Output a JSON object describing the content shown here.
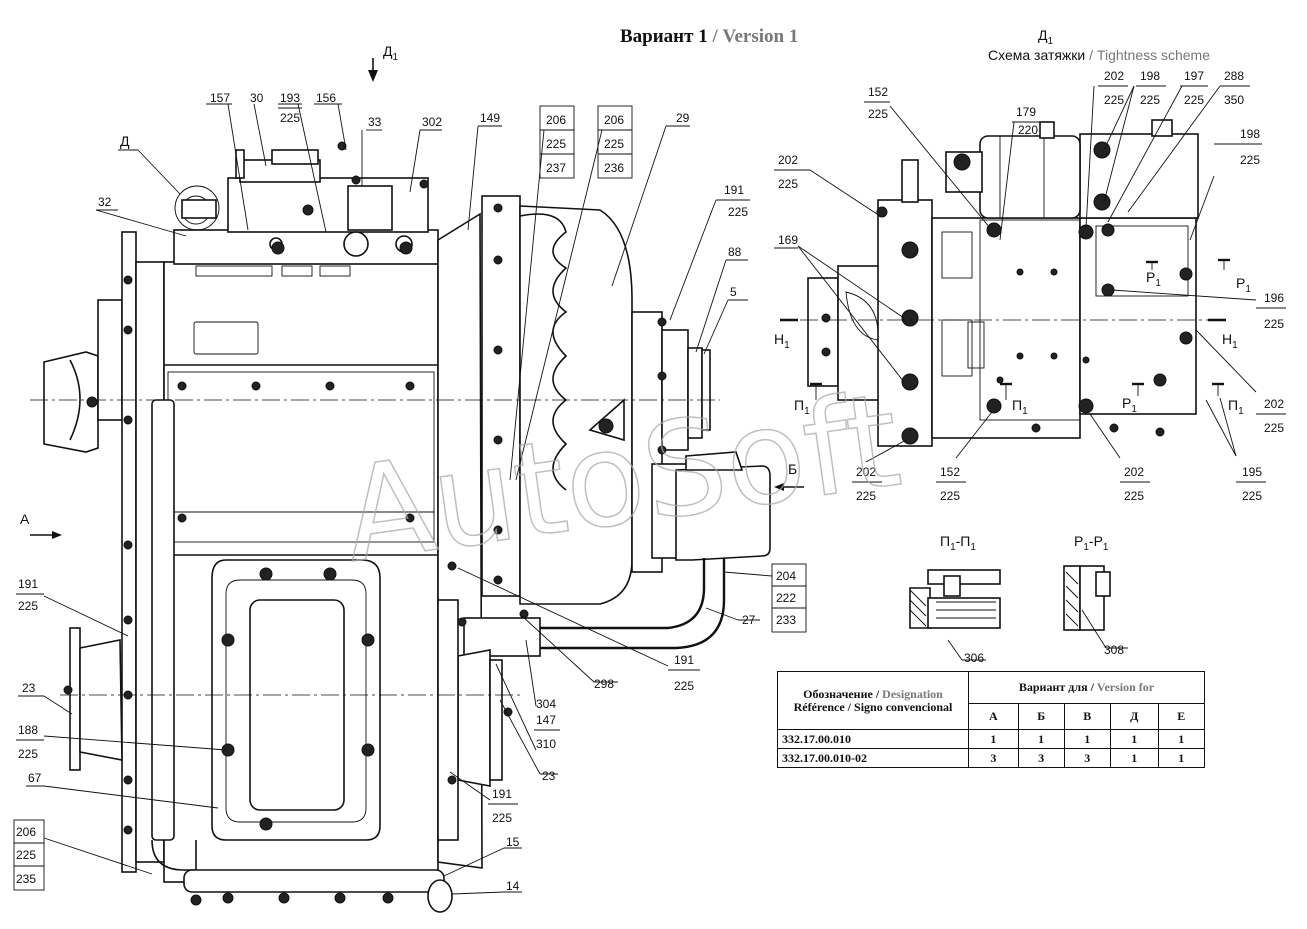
{
  "title": {
    "ru": "Вариант 1",
    "sep": " / ",
    "en": "Version 1"
  },
  "scheme": {
    "letter": "Д",
    "index": "1",
    "ru": "Схема затяжки",
    "sep": " / ",
    "en": "Tightness scheme"
  },
  "view_arrows": {
    "d1": {
      "letter": "Д",
      "index": "1"
    },
    "a": "А",
    "b": "Б",
    "detail_d": "Д"
  },
  "main_callouts": {
    "c157": "157",
    "c30": "30",
    "c193": "193",
    "c225a": "225",
    "c156": "156",
    "c33": "33",
    "c302": "302",
    "c149": "149",
    "c206a": "206",
    "c225b": "225",
    "c237": "237",
    "c206b": "206",
    "c225c": "225",
    "c236": "236",
    "c29": "29",
    "c32": "32",
    "c191a": "191",
    "c225d": "225",
    "c88": "88",
    "c5": "5",
    "c191b": "191",
    "c225e": "225",
    "c23a": "23",
    "c188": "188",
    "c225f": "225",
    "c67": "67",
    "c206c": "206",
    "c225g": "225",
    "c235": "235",
    "c204": "204",
    "c222": "222",
    "c233": "233",
    "c27": "27",
    "c298": "298",
    "c191c": "191",
    "c225h": "225",
    "c304": "304",
    "c147": "147",
    "c310": "310",
    "c23b": "23",
    "c191d": "191",
    "c225i": "225",
    "c15": "15",
    "c14": "14"
  },
  "scheme_callouts": {
    "c152a": "152",
    "c225a": "225",
    "c179": "179",
    "c220": "220",
    "c202a": "202",
    "c225b": "225",
    "c198a": "198",
    "c225c": "225",
    "c197": "197",
    "c225d": "225",
    "c288": "288",
    "c350": "350",
    "c198b": "198",
    "c225e": "225",
    "c202b": "202",
    "c225f": "225",
    "c169": "169",
    "c196": "196",
    "c225g": "225",
    "c202c": "202",
    "c225h": "225",
    "c195": "195",
    "c225i": "225",
    "c202d": "202",
    "c225j": "225",
    "c152b": "152",
    "c225k": "225",
    "c202e": "202",
    "c225l": "225"
  },
  "section_marks": {
    "h1": {
      "letter": "Н",
      "index": "1"
    },
    "p1": {
      "letter": "П",
      "index": "1"
    },
    "r1": {
      "letter": "Р",
      "index": "1"
    }
  },
  "sections": {
    "pp": {
      "a": "П",
      "ai": "1",
      "dash": "-",
      "b": "П",
      "bi": "1",
      "callout": "306"
    },
    "rr": {
      "a": "Р",
      "ai": "1",
      "dash": "-",
      "b": "Р",
      "bi": "1",
      "callout": "308"
    }
  },
  "table": {
    "designation_ru": "Обозначение",
    "designation_en": "Designation",
    "designation_fr": "Référence / Signo convencional",
    "variant_ru": "Вариант для",
    "variant_en": "Version for",
    "columns": [
      "А",
      "Б",
      "В",
      "Д",
      "Е"
    ],
    "rows": [
      {
        "ref": "332.17.00.010",
        "values": [
          "1",
          "1",
          "1",
          "1",
          "1"
        ]
      },
      {
        "ref": "332.17.00.010-02",
        "values": [
          "3",
          "3",
          "3",
          "1",
          "1"
        ]
      }
    ]
  },
  "watermark": "AutoSoft"
}
